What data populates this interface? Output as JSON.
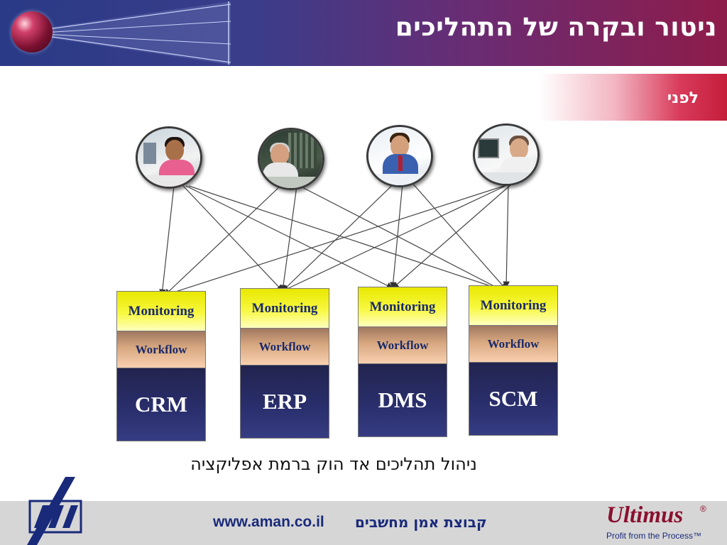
{
  "header": {
    "title": "ניטור ובקרה של התהליכים"
  },
  "section": {
    "label": "לפני"
  },
  "users": [
    {
      "name": "user-avatar-1"
    },
    {
      "name": "user-avatar-2"
    },
    {
      "name": "user-avatar-3"
    },
    {
      "name": "user-avatar-4"
    }
  ],
  "stacks": [
    {
      "monitoring": "Monitoring",
      "workflow": "Workflow",
      "app": "CRM"
    },
    {
      "monitoring": "Monitoring",
      "workflow": "Workflow",
      "app": "ERP"
    },
    {
      "monitoring": "Monitoring",
      "workflow": "Workflow",
      "app": "DMS"
    },
    {
      "monitoring": "Monitoring",
      "workflow": "Workflow",
      "app": "SCM"
    }
  ],
  "connections": "every user connects to every application",
  "caption": "ניהול תהליכים אד הוק  ברמת אפליקציה",
  "footer": {
    "website": "www.aman.co.il",
    "company": "קבוצת אמן מחשבים",
    "brand": "Ultimus",
    "registered": "®",
    "tagline": "Profit from the Process™"
  },
  "colors": {
    "header_start": "#2a3a86",
    "header_end": "#8e1c4a",
    "monitoring": "#f8f840",
    "workflow": "#d8a880",
    "app": "#2a2f6e",
    "footer": "#d6d6d6",
    "brand_red": "#8a1030",
    "navy_text": "#1a2a7a"
  }
}
